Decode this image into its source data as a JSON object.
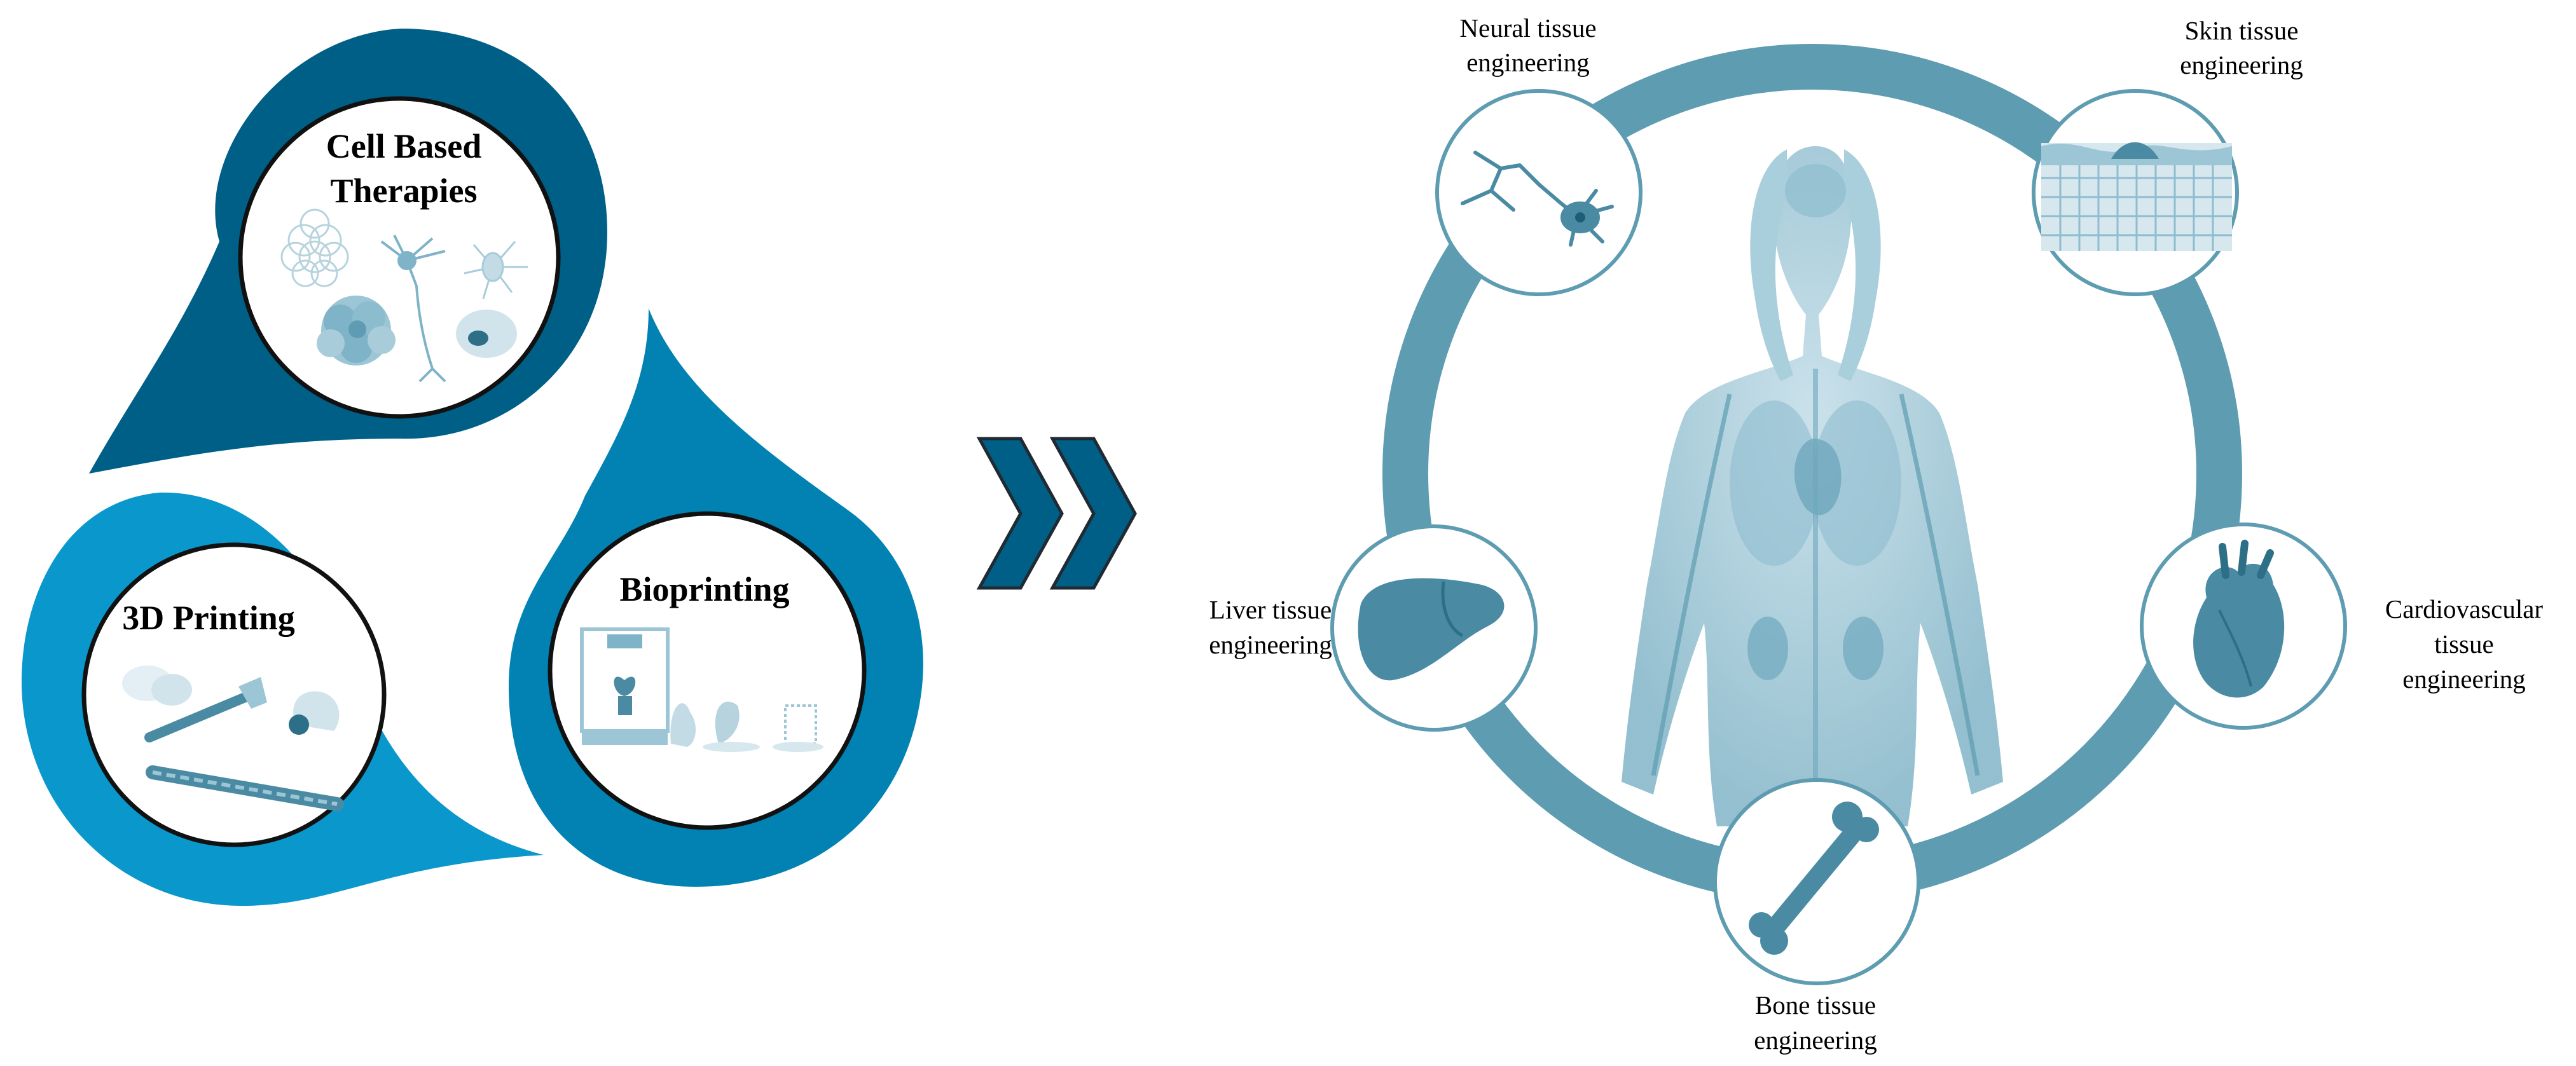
{
  "left_panel": {
    "cell_therapies": {
      "title_line1": "Cell Based",
      "title_line2": "Therapies"
    },
    "printing_3d": {
      "title": "3D Printing"
    },
    "bioprinting": {
      "title": "Bioprinting"
    }
  },
  "arrow": {
    "icon": "double-chevron-right-icon"
  },
  "applications": {
    "neural": {
      "line1": "Neural tissue",
      "line2": "engineering"
    },
    "skin": {
      "line1": "Skin tissue",
      "line2": "engineering"
    },
    "liver": {
      "line1": "Liver tissue",
      "line2": "engineering"
    },
    "cardio": {
      "line1": "Cardiovascular",
      "line2": "tissue",
      "line3": "engineering"
    },
    "bone": {
      "line1": "Bone tissue",
      "line2": "engineering"
    }
  },
  "colors": {
    "dark_teal": "#005f86",
    "mid_blue": "#0282b3",
    "light_blue": "#0a97cc",
    "ring": "#5e9cb1",
    "illustration": "#9cc6d6",
    "illustration_dark": "#4a8ba3"
  }
}
